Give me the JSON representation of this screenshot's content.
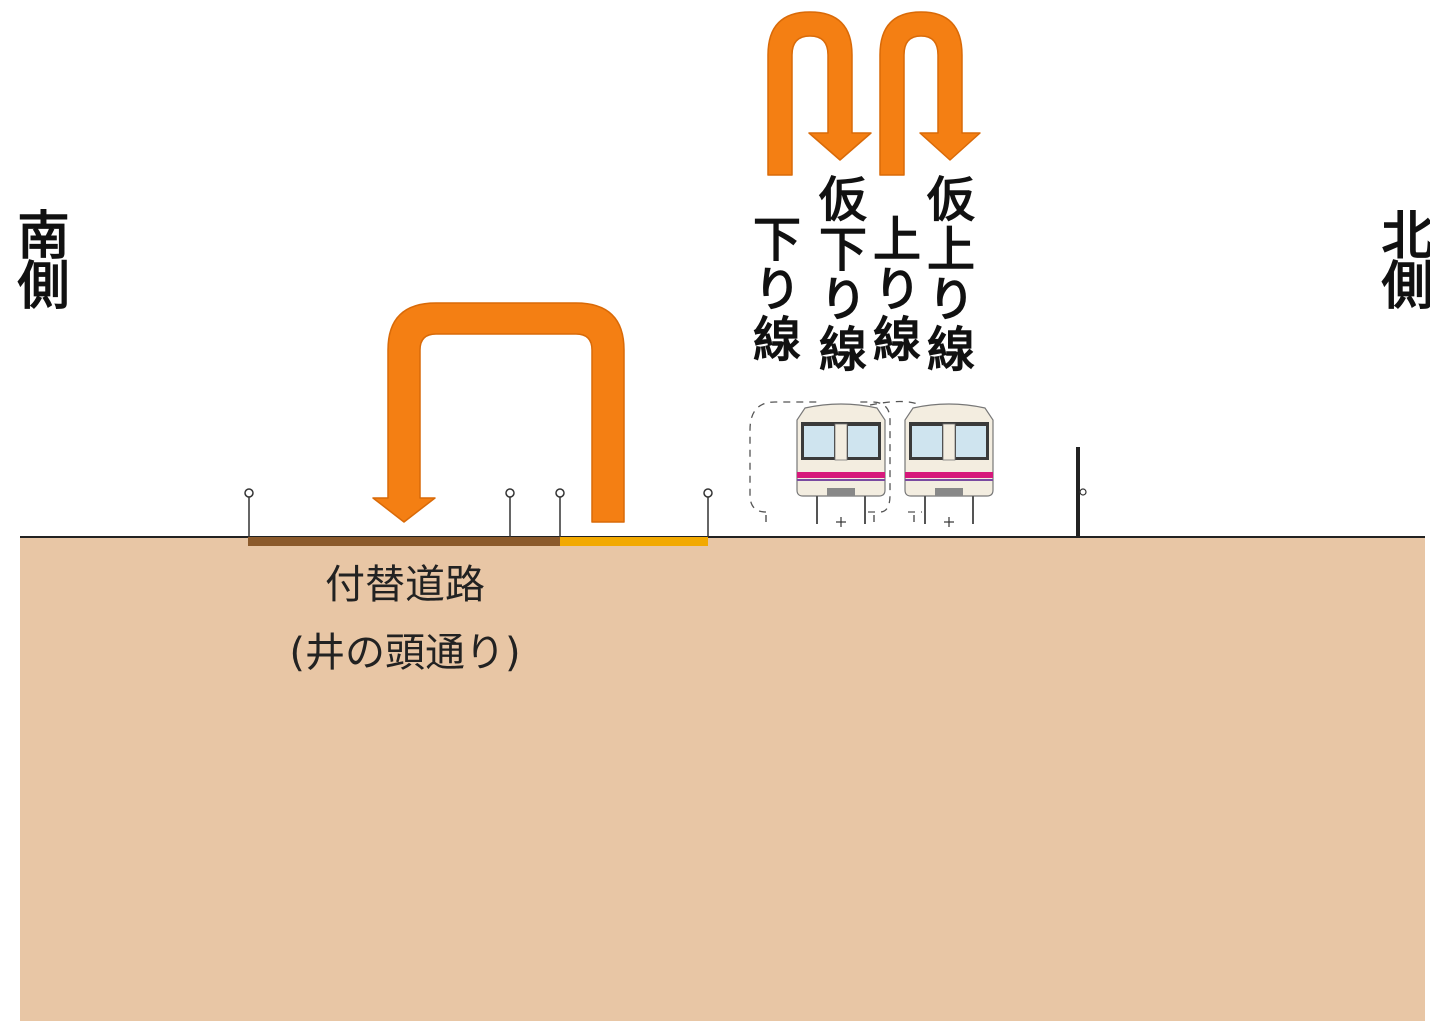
{
  "labels": {
    "south": "南側",
    "north": "北側",
    "road_line1": "付替道路",
    "road_line2": "(井の頭通り)"
  },
  "tracks": [
    {
      "label": "下り線"
    },
    {
      "label": "仮下り線"
    },
    {
      "label": "上り線"
    },
    {
      "label": "仮上り線"
    }
  ],
  "colors": {
    "ground": "#e8c6a5",
    "arrow": "#f47f13",
    "arrow_outline": "#d96a08",
    "road_existing": "#8b5a2b",
    "road_new": "#f2a900",
    "train_body": "#f3ede0",
    "train_stripe": "#d6187b",
    "train_window": "#cfe4ef"
  },
  "icons": {
    "train": "train-front-icon",
    "arrow": "u-turn-arrow-icon",
    "pole": "utility-pole-icon"
  }
}
